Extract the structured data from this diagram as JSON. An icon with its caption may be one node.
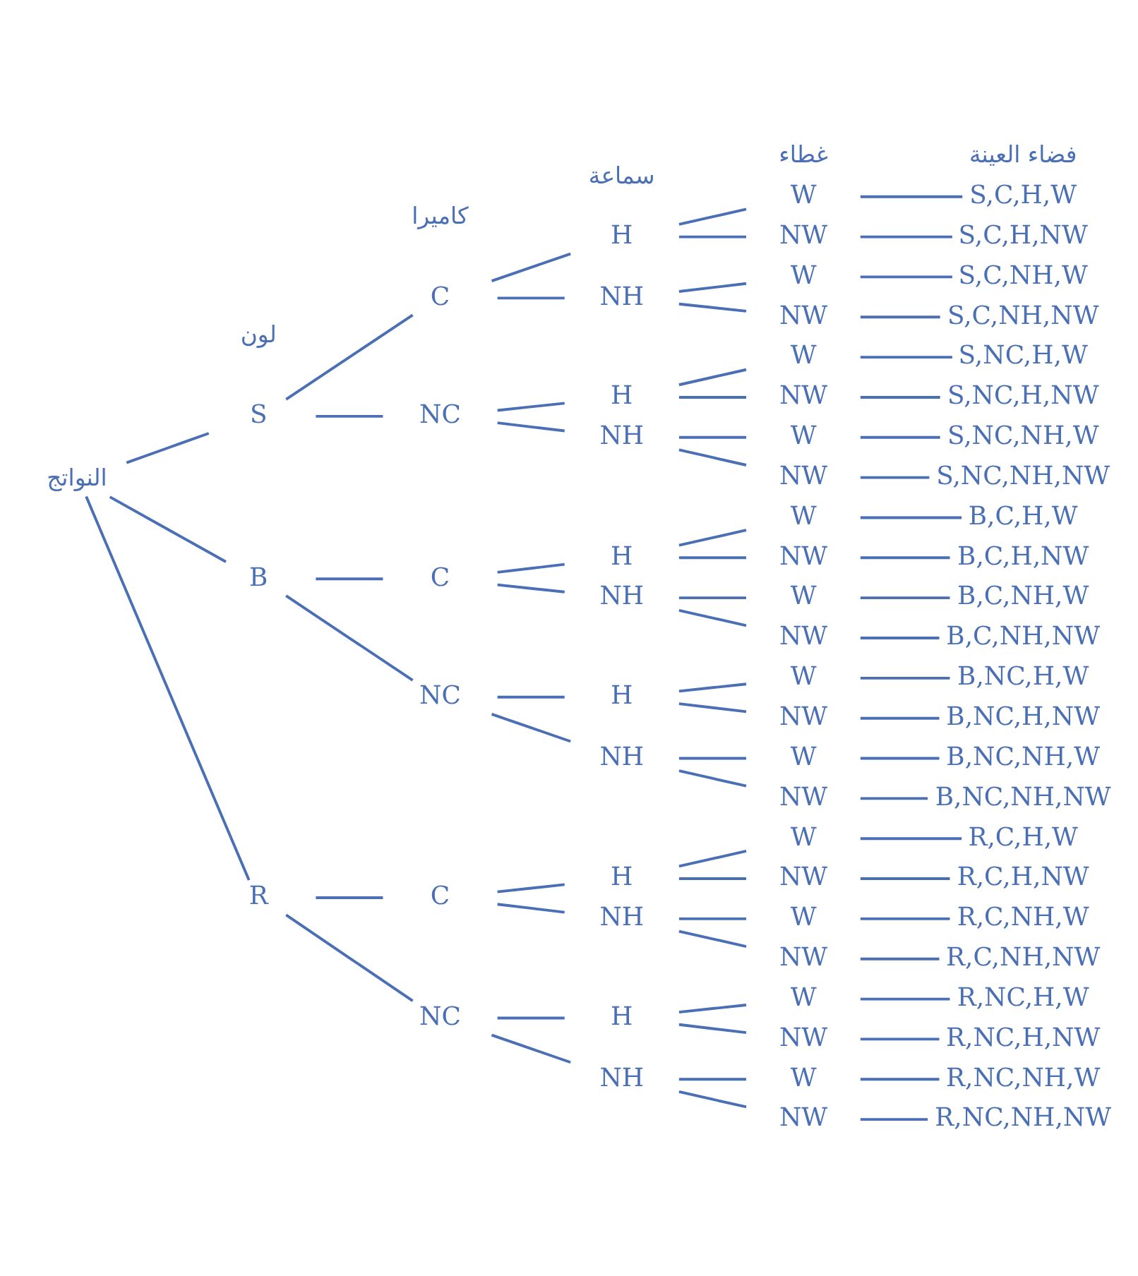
{
  "diagram": {
    "nodes": [
      {
        "text": [
          "النواتج"
        ]
      },
      {
        "text": [
          "S"
        ]
      },
      {
        "text": [
          "B"
        ]
      },
      {
        "text": [
          "R"
        ]
      },
      {
        "text": [
          "C"
        ]
      },
      {
        "text": [
          "NC"
        ]
      },
      {
        "text": [
          "C"
        ]
      },
      {
        "text": [
          "NC"
        ]
      },
      {
        "text": [
          "C"
        ]
      },
      {
        "text": [
          "NC"
        ]
      },
      {
        "text": [
          "H"
        ]
      },
      {
        "text": [
          "NH"
        ]
      },
      {
        "text": [
          "H"
        ]
      },
      {
        "text": [
          "NH"
        ]
      },
      {
        "text": [
          "H"
        ]
      },
      {
        "text": [
          "NH"
        ]
      },
      {
        "text": [
          "H"
        ]
      },
      {
        "text": [
          "NH"
        ]
      },
      {
        "text": [
          "H"
        ]
      },
      {
        "text": [
          "NH"
        ]
      },
      {
        "text": [
          "H"
        ]
      },
      {
        "text": [
          "NH"
        ]
      },
      {
        "text": [
          "W"
        ]
      },
      {
        "text": [
          "NW"
        ]
      },
      {
        "text": [
          "W"
        ]
      },
      {
        "text": [
          "NW"
        ]
      },
      {
        "text": [
          "W"
        ]
      },
      {
        "text": [
          "NW"
        ]
      },
      {
        "text": [
          "W"
        ]
      },
      {
        "text": [
          "NW"
        ]
      },
      {
        "text": [
          "W"
        ]
      },
      {
        "text": [
          "NW"
        ]
      },
      {
        "text": [
          "W"
        ]
      },
      {
        "text": [
          "NW"
        ]
      },
      {
        "text": [
          "W"
        ]
      },
      {
        "text": [
          "NW"
        ]
      },
      {
        "text": [
          "W"
        ]
      },
      {
        "text": [
          "NW"
        ]
      },
      {
        "text": [
          "W"
        ]
      },
      {
        "text": [
          "NW"
        ]
      },
      {
        "text": [
          "W"
        ]
      },
      {
        "text": [
          "NW"
        ]
      },
      {
        "text": [
          "W"
        ]
      },
      {
        "text": [
          "NW"
        ]
      },
      {
        "text": [
          "W"
        ]
      },
      {
        "text": [
          "NW"
        ]
      },
      {
        "text": [
          "S,C,H,W"
        ]
      },
      {
        "text": [
          "S,C,H,NW"
        ]
      },
      {
        "text": [
          "S,C,NH,W"
        ]
      },
      {
        "text": [
          "S,C,NH,NW"
        ]
      },
      {
        "text": [
          "S,NC,H,W"
        ]
      },
      {
        "text": [
          "S,NC,H,NW"
        ]
      },
      {
        "text": [
          "S,NC,NH,W"
        ]
      },
      {
        "text": [
          "S,NC,NH,NW"
        ]
      },
      {
        "text": [
          "B,C,H,W"
        ]
      },
      {
        "text": [
          "B,C,H,NW"
        ]
      },
      {
        "text": [
          "B,C,NH,W"
        ]
      },
      {
        "text": [
          "B,C,NH,NW"
        ]
      },
      {
        "text": [
          "B,NC,H,W"
        ]
      },
      {
        "text": [
          "B,NC,H,NW"
        ]
      },
      {
        "text": [
          "B,NC,NH,W"
        ]
      },
      {
        "text": [
          "B,NC,NH,NW"
        ]
      },
      {
        "text": [
          "R,C,H,W"
        ]
      },
      {
        "text": [
          "R,C,H,NW"
        ]
      },
      {
        "text": [
          "R,C,NH,W"
        ]
      },
      {
        "text": [
          "R,C,NH,NW"
        ]
      },
      {
        "text": [
          "R,NC,H,W"
        ]
      },
      {
        "text": [
          "R,NC,H,NW"
        ]
      },
      {
        "text": [
          "R,NC,NH,W"
        ]
      },
      {
        "text": [
          "R,NC,NH,NW"
        ]
      }
    ],
    "edges": [
      {
        "from": 0,
        "to": 1,
        "arrow": "none"
      },
      {
        "from": 0,
        "to": 2,
        "arrow": "none"
      },
      {
        "from": 0,
        "to": 3,
        "arrow": "none"
      },
      {
        "from": 1,
        "to": 4,
        "arrow": "none"
      },
      {
        "from": 1,
        "to": 5,
        "arrow": "none"
      },
      {
        "from": 2,
        "to": 6,
        "arrow": "none"
      },
      {
        "from": 2,
        "to": 7,
        "arrow": "none"
      },
      {
        "from": 3,
        "to": 8,
        "arrow": "none"
      },
      {
        "from": 3,
        "to": 9,
        "arrow": "none"
      },
      {
        "from": 4,
        "to": 10,
        "arrow": "none"
      },
      {
        "from": 4,
        "to": 11,
        "arrow": "none"
      },
      {
        "from": 5,
        "to": 12,
        "arrow": "none"
      },
      {
        "from": 5,
        "to": 13,
        "arrow": "none"
      },
      {
        "from": 6,
        "to": 14,
        "arrow": "none"
      },
      {
        "from": 6,
        "to": 15,
        "arrow": "none"
      },
      {
        "from": 7,
        "to": 16,
        "arrow": "none"
      },
      {
        "from": 7,
        "to": 17,
        "arrow": "none"
      },
      {
        "from": 8,
        "to": 18,
        "arrow": "none"
      },
      {
        "from": 8,
        "to": 19,
        "arrow": "none"
      },
      {
        "from": 9,
        "to": 20,
        "arrow": "none"
      },
      {
        "from": 9,
        "to": 21,
        "arrow": "none"
      },
      {
        "from": 10,
        "to": 22,
        "arrow": "none"
      },
      {
        "from": 10,
        "to": 23,
        "arrow": "none"
      },
      {
        "from": 11,
        "to": 24,
        "arrow": "none"
      },
      {
        "from": 11,
        "to": 25,
        "arrow": "none"
      },
      {
        "from": 12,
        "to": 26,
        "arrow": "none"
      },
      {
        "from": 12,
        "to": 27,
        "arrow": "none"
      },
      {
        "from": 13,
        "to": 28,
        "arrow": "none"
      },
      {
        "from": 13,
        "to": 29,
        "arrow": "none"
      },
      {
        "from": 14,
        "to": 30,
        "arrow": "none"
      },
      {
        "from": 14,
        "to": 31,
        "arrow": "none"
      },
      {
        "from": 15,
        "to": 32,
        "arrow": "none"
      },
      {
        "from": 15,
        "to": 33,
        "arrow": "none"
      },
      {
        "from": 16,
        "to": 34,
        "arrow": "none"
      },
      {
        "from": 16,
        "to": 35,
        "arrow": "none"
      },
      {
        "from": 17,
        "to": 36,
        "arrow": "none"
      },
      {
        "from": 17,
        "to": 37,
        "arrow": "none"
      },
      {
        "from": 18,
        "to": 38,
        "arrow": "none"
      },
      {
        "from": 18,
        "to": 39,
        "arrow": "none"
      },
      {
        "from": 19,
        "to": 40,
        "arrow": "none"
      },
      {
        "from": 19,
        "to": 41,
        "arrow": "none"
      },
      {
        "from": 20,
        "to": 42,
        "arrow": "none"
      },
      {
        "from": 20,
        "to": 43,
        "arrow": "none"
      },
      {
        "from": 21,
        "to": 44,
        "arrow": "none"
      },
      {
        "from": 21,
        "to": 45,
        "arrow": "none"
      },
      {
        "from": 22,
        "to": 46,
        "arrow": "none"
      },
      {
        "from": 23,
        "to": 47,
        "arrow": "none"
      },
      {
        "from": 24,
        "to": 48,
        "arrow": "none"
      },
      {
        "from": 25,
        "to": 49,
        "arrow": "none"
      },
      {
        "from": 26,
        "to": 50,
        "arrow": "none"
      },
      {
        "from": 27,
        "to": 51,
        "arrow": "none"
      },
      {
        "from": 28,
        "to": 52,
        "arrow": "none"
      },
      {
        "from": 29,
        "to": 53,
        "arrow": "none"
      },
      {
        "from": 30,
        "to": 54,
        "arrow": "none"
      },
      {
        "from": 31,
        "to": 55,
        "arrow": "none"
      },
      {
        "from": 32,
        "to": 56,
        "arrow": "none"
      },
      {
        "from": 33,
        "to": 57,
        "arrow": "none"
      },
      {
        "from": 34,
        "to": 58,
        "arrow": "none"
      },
      {
        "from": 35,
        "to": 59,
        "arrow": "none"
      },
      {
        "from": 36,
        "to": 60,
        "arrow": "none"
      },
      {
        "from": 37,
        "to": 61,
        "arrow": "none"
      },
      {
        "from": 38,
        "to": 62,
        "arrow": "none"
      },
      {
        "from": 39,
        "to": 63,
        "arrow": "none"
      },
      {
        "from": 40,
        "to": 64,
        "arrow": "none"
      },
      {
        "from": 41,
        "to": 65,
        "arrow": "none"
      },
      {
        "from": 42,
        "to": 66,
        "arrow": "none"
      },
      {
        "from": 43,
        "to": 67,
        "arrow": "none"
      },
      {
        "from": 44,
        "to": 68,
        "arrow": "none"
      },
      {
        "from": 45,
        "to": 69,
        "arrow": "none"
      }
    ],
    "labels": [
      "لون",
      "كاميرا",
      "سماعة",
      "غطاء",
      "فضاء العينة"
    ]
  }
}
